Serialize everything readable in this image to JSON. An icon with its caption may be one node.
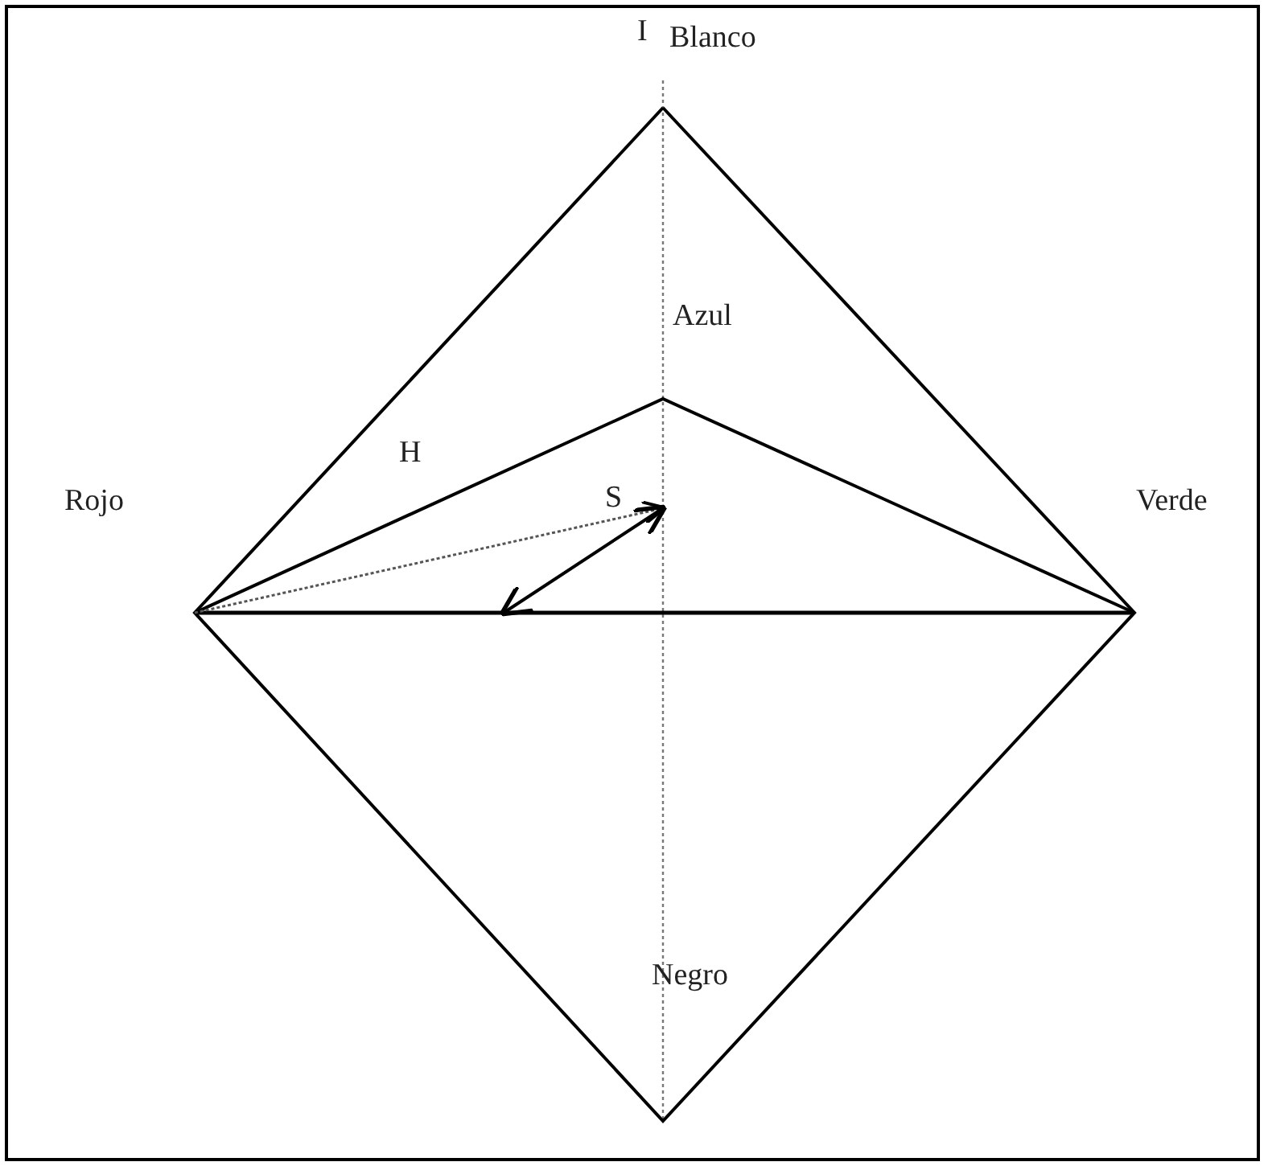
{
  "diagram": {
    "labels": [
      "I",
      "Blanco",
      "Azul",
      "H",
      "Rojo",
      "S",
      "Verde",
      "Negro"
    ]
  }
}
